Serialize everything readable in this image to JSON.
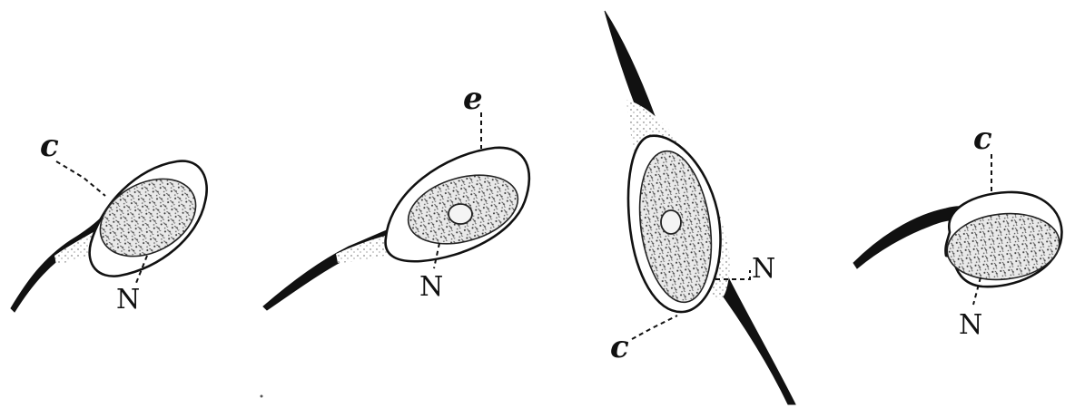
{
  "labels": {
    "nucleus": "N",
    "capsule": "c",
    "capsule_alt": "e"
  },
  "colors": {
    "ink": "#111111",
    "paper": "#ffffff"
  }
}
